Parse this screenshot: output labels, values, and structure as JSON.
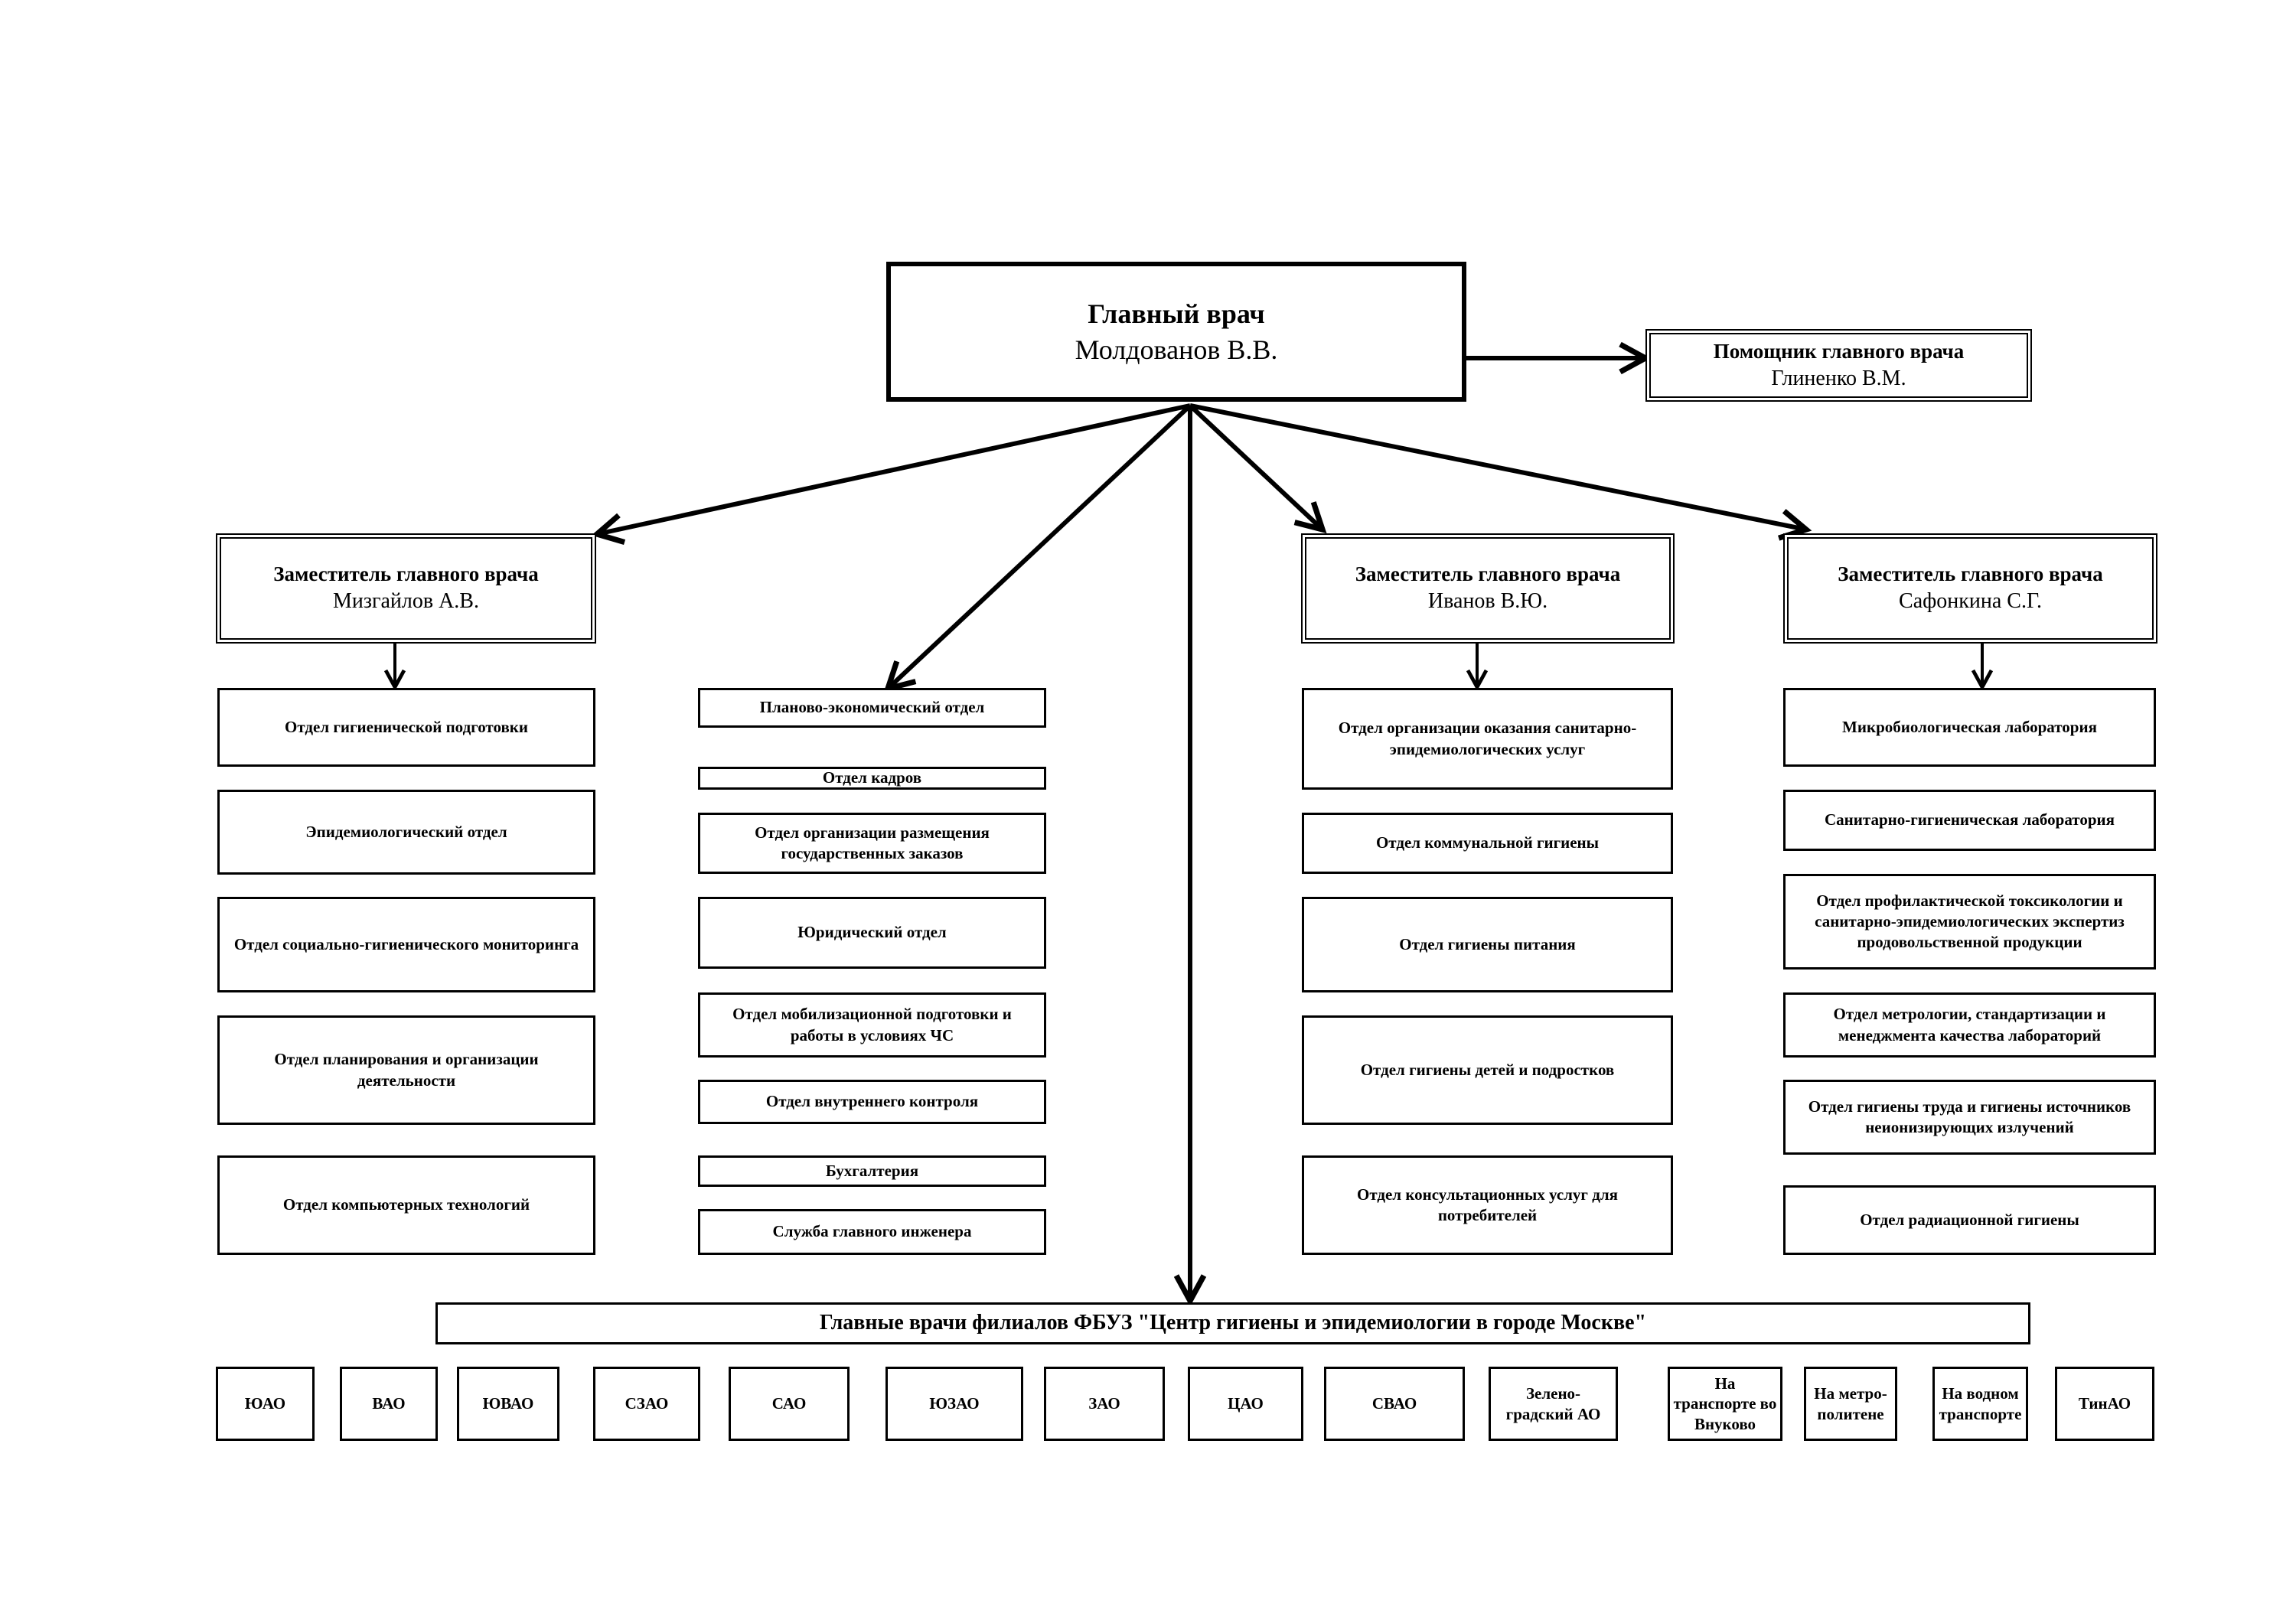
{
  "chief": {
    "title": "Главный врач",
    "name": "Молдованов В.В."
  },
  "assistant": {
    "title": "Помощник главного врача",
    "name": "Глиненко В.М."
  },
  "deputies": [
    {
      "title": "Заместитель главного врача",
      "name": "Мизгайлов А.В."
    },
    {
      "title": "Заместитель главного врача",
      "name": "Иванов В.Ю."
    },
    {
      "title": "Заместитель главного врача",
      "name": "Сафонкина С.Г."
    }
  ],
  "col1": [
    "Отдел гигиенической подготовки",
    "Эпидемиологический отдел",
    "Отдел социально-гигиенического мониторинга",
    "Отдел планирования и организации деятельности",
    "Отдел компьютерных технологий"
  ],
  "col2": [
    "Планово-экономический отдел",
    "Отдел кадров",
    "Отдел организации размещения государственных заказов",
    "Юридический отдел",
    "Отдел мобилизационной подготовки и работы в условиях ЧС",
    "Отдел внутреннего контроля",
    "Бухгалтерия",
    "Служба главного инженера"
  ],
  "col3": [
    "Отдел организации оказания санитарно-эпидемиологических услуг",
    "Отдел коммунальной гигиены",
    "Отдел гигиены питания",
    "Отдел гигиены детей и подростков",
    "Отдел консультационных услуг для потребителей"
  ],
  "col4": [
    "Микробиологическая лаборатория",
    "Санитарно-гигиеническая лаборатория",
    "Отдел профилактической токсикологии и санитарно-эпидемиологических экспертиз продовольственной продукции",
    "Отдел метрологии, стандартизации и менеджмента качества лабораторий",
    "Отдел гигиены труда и гигиены источников неионизирующих излучений",
    "Отдел радиационной гигиены"
  ],
  "branches": {
    "title": "Главные врачи филиалов ФБУЗ \"Центр гигиены и эпидемиологии в городе Москве\"",
    "items": [
      "ЮАО",
      "ВАО",
      "ЮВАО",
      "СЗАО",
      "САО",
      "ЮЗАО",
      "ЗАО",
      "ЦАО",
      "СВАО",
      "Зелено-градский АО",
      "На транспорте во Внуково",
      "На метро-политене",
      "На водном транспорте",
      "ТинАО"
    ]
  }
}
